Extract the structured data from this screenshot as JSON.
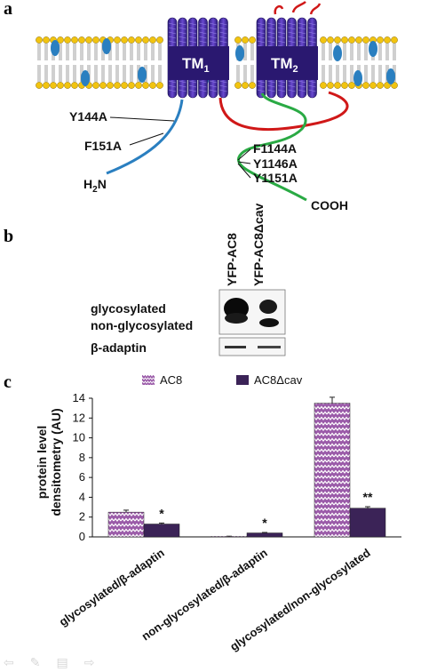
{
  "colors": {
    "blue_strand": "#2a7fc0",
    "red_strand": "#d01818",
    "green_strand": "#2aaa44",
    "tm_purple": "#4a2a9a",
    "ac8_bar": "#9a5aa8",
    "ac8cav_bar": "#3b2357"
  },
  "panel_a": {
    "letter": "a",
    "tm1_main": "TM",
    "tm1_sub": "1",
    "tm2_main": "TM",
    "tm2_sub": "2",
    "mut_y144a": "Y144A",
    "mut_f151a": "F151A",
    "mut_f1144a": "F1144A",
    "mut_y1146a": "Y1146A",
    "mut_y1151a": "Y1151A",
    "h2n_h": "H",
    "h2n_2": "2",
    "h2n_n": "N",
    "cooh": "COOH"
  },
  "panel_b": {
    "letter": "b",
    "lane1": "YFP-AC8",
    "lane2": "YFP-AC8Δcav",
    "row_glyco": "glycosylated",
    "row_nonglyco": "non-glycosylated",
    "row_badaptin": "β-adaptin"
  },
  "chart_data": {
    "type": "bar",
    "categories": [
      "glycosylated/β-adaptin",
      "non-glycosylated/β-adaptin",
      "glycosylated/non-glycosylated"
    ],
    "series": [
      {
        "name": "AC8",
        "values": [
          2.5,
          0.05,
          13.5
        ],
        "errors": [
          0.2,
          0.02,
          0.6
        ]
      },
      {
        "name": "AC8Δcav",
        "values": [
          1.3,
          0.4,
          2.9
        ],
        "errors": [
          0.1,
          0.05,
          0.15
        ]
      }
    ],
    "significance": [
      "*",
      "*",
      "**"
    ],
    "ylabel_line1": "protein level",
    "ylabel_line2": "densitometry (AU)",
    "ylim": [
      0,
      14
    ],
    "yticks": [
      0,
      2,
      4,
      6,
      8,
      10,
      12,
      14
    ],
    "legend_placement": "top",
    "panel_letter": "c"
  }
}
